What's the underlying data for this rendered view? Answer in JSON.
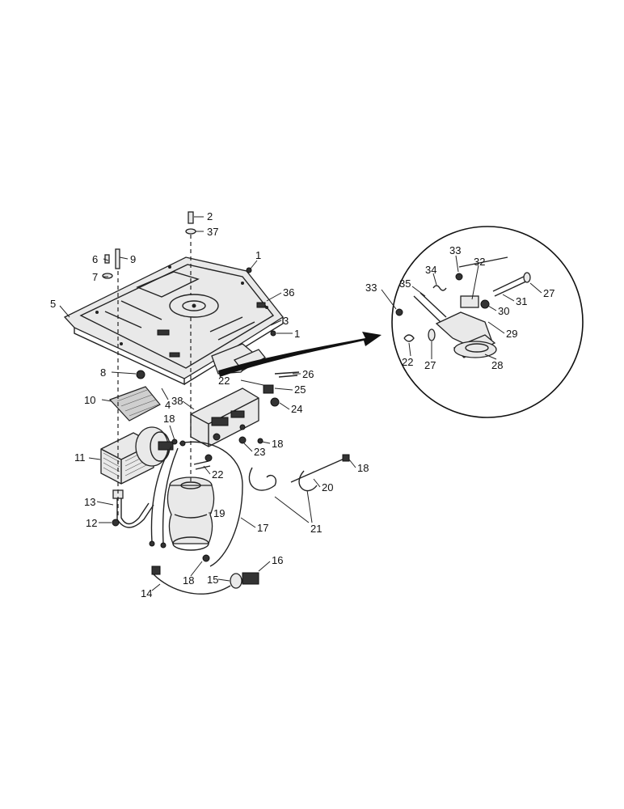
{
  "callouts": [
    {
      "id": "c1a",
      "text": "1"
    },
    {
      "id": "c2",
      "text": "2"
    },
    {
      "id": "c37",
      "text": "37"
    },
    {
      "id": "c6",
      "text": "6"
    },
    {
      "id": "c9",
      "text": "9"
    },
    {
      "id": "c7",
      "text": "7"
    },
    {
      "id": "c5",
      "text": "5"
    },
    {
      "id": "c36",
      "text": "36"
    },
    {
      "id": "c3",
      "text": "3"
    },
    {
      "id": "c1b",
      "text": "1"
    },
    {
      "id": "c8",
      "text": "8"
    },
    {
      "id": "c10",
      "text": "10"
    },
    {
      "id": "c4",
      "text": "4"
    },
    {
      "id": "c38",
      "text": "38"
    },
    {
      "id": "c22a",
      "text": "22"
    },
    {
      "id": "c26",
      "text": "26"
    },
    {
      "id": "c25",
      "text": "25"
    },
    {
      "id": "c24",
      "text": "24"
    },
    {
      "id": "c18a",
      "text": "18"
    },
    {
      "id": "c18b",
      "text": "18"
    },
    {
      "id": "c23",
      "text": "23"
    },
    {
      "id": "c11",
      "text": "11"
    },
    {
      "id": "c22b",
      "text": "22"
    },
    {
      "id": "c18c",
      "text": "18"
    },
    {
      "id": "c20",
      "text": "20"
    },
    {
      "id": "c13",
      "text": "13"
    },
    {
      "id": "c19",
      "text": "19"
    },
    {
      "id": "c12",
      "text": "12"
    },
    {
      "id": "c17",
      "text": "17"
    },
    {
      "id": "c21",
      "text": "21"
    },
    {
      "id": "c16",
      "text": "16"
    },
    {
      "id": "c18d",
      "text": "18"
    },
    {
      "id": "c15",
      "text": "15"
    },
    {
      "id": "c14",
      "text": "14"
    },
    {
      "id": "c33a",
      "text": "33"
    },
    {
      "id": "c32",
      "text": "32"
    },
    {
      "id": "c34",
      "text": "34"
    },
    {
      "id": "c33b",
      "text": "33"
    },
    {
      "id": "c35",
      "text": "35"
    },
    {
      "id": "c27a",
      "text": "27"
    },
    {
      "id": "c30",
      "text": "30"
    },
    {
      "id": "c31",
      "text": "31"
    },
    {
      "id": "c29",
      "text": "29"
    },
    {
      "id": "c22c",
      "text": "22"
    },
    {
      "id": "c27b",
      "text": "27"
    },
    {
      "id": "c28",
      "text": "28"
    }
  ]
}
